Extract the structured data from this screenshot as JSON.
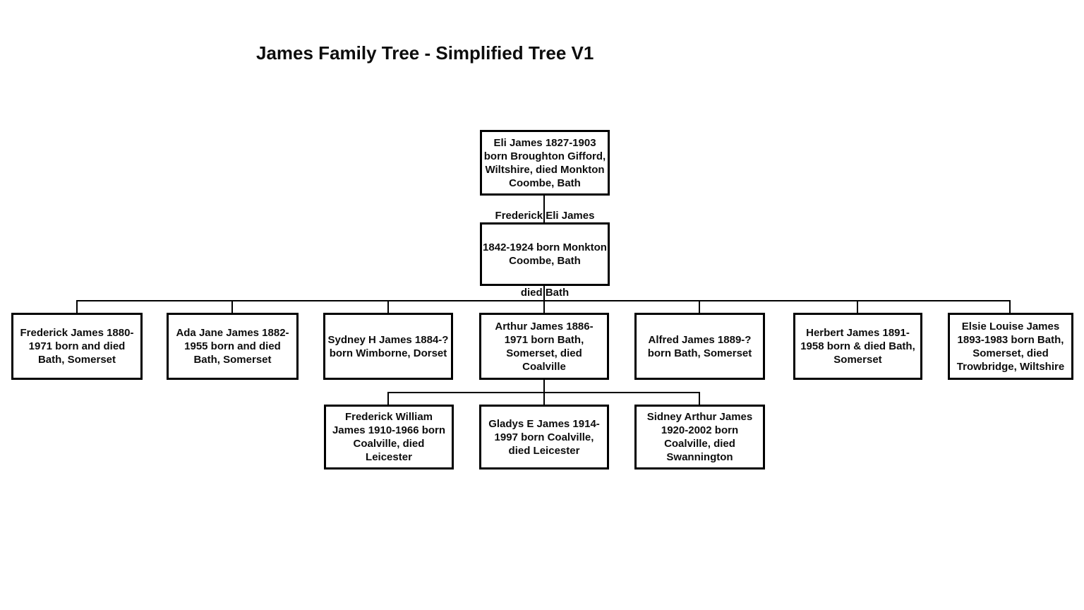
{
  "title": "James Family Tree - Simplified Tree V1",
  "colors": {
    "background": "#ffffff",
    "box_border": "#000000",
    "text": "#0d0d0d",
    "connector": "#000000"
  },
  "people": {
    "eli_james": {
      "lines": [
        "Eli James 1827-1903",
        "born Broughton Gifford,",
        "Wiltshire, died Monkton",
        "Coombe, Bath"
      ]
    },
    "frederick_eli_james": {
      "paras": [
        "Frederick Eli James",
        "1842-1924 born Monkton Coombe, Bath",
        "died Bath"
      ]
    },
    "frederick_james": {
      "lines": [
        "Frederick James 1880-",
        "1971 born and died",
        "Bath, Somerset"
      ]
    },
    "ada_jane_james": {
      "lines": [
        "Ada Jane James 1882-",
        "1955 born and died",
        "Bath, Somerset"
      ]
    },
    "sydney_h_james": {
      "lines": [
        "Sydney H James 1884-?",
        "born Wimborne, Dorset"
      ]
    },
    "arthur_james": {
      "lines": [
        "Arthur James 1886-",
        "1971 born Bath,",
        "Somerset, died",
        "Coalville"
      ]
    },
    "alfred_james": {
      "lines": [
        "Alfred James 1889-?",
        "born Bath, Somerset"
      ]
    },
    "herbert_james": {
      "lines": [
        "Herbert James 1891-",
        "1958 born & died Bath,",
        "Somerset"
      ]
    },
    "elsie_louise_james": {
      "lines": [
        "Elsie Louise James",
        "1893-1983 born Bath,",
        "Somerset, died",
        "Trowbridge, Wiltshire"
      ]
    },
    "frederick_william_james": {
      "lines": [
        "Frederick William",
        "James 1910-1966 born",
        "Coalville, died",
        "Leicester"
      ]
    },
    "gladys_e_james": {
      "lines": [
        "Gladys E James 1914-",
        "1997 born Coalville,",
        "died Leicester"
      ]
    },
    "sidney_arthur_james": {
      "lines": [
        "Sidney Arthur James",
        "1920-2002 born",
        "Coalville, died",
        "Swannington"
      ]
    }
  },
  "relations": {
    "eli_james": [
      "frederick_eli_james"
    ],
    "frederick_eli_james": [
      "frederick_james",
      "ada_jane_james",
      "sydney_h_james",
      "arthur_james",
      "alfred_james",
      "herbert_james",
      "elsie_louise_james"
    ],
    "arthur_james": [
      "frederick_william_james",
      "gladys_e_james",
      "sidney_arthur_james"
    ]
  }
}
